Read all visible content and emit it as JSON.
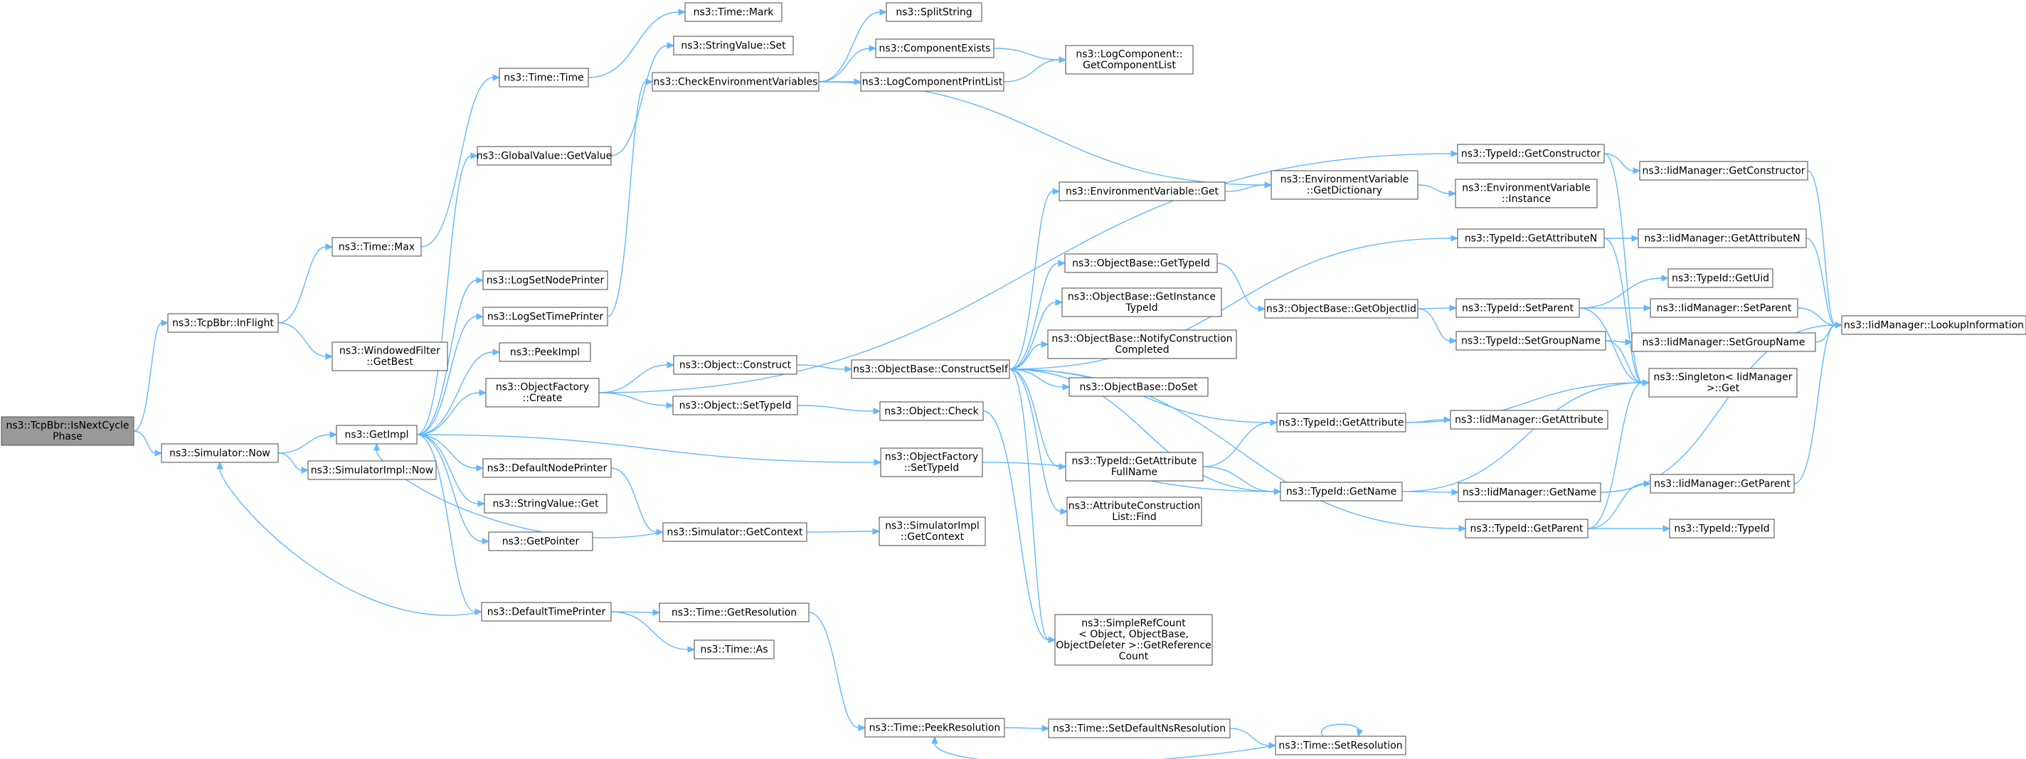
{
  "diagram": {
    "nodes": [
      {
        "id": "isnext",
        "lines": [
          "ns3::TcpBbr::IsNextCycle",
          "Phase"
        ],
        "root": true
      },
      {
        "id": "inflight",
        "lines": [
          "ns3::TcpBbr::InFlight"
        ]
      },
      {
        "id": "simnow",
        "lines": [
          "ns3::Simulator::Now"
        ]
      },
      {
        "id": "timemax",
        "lines": [
          "ns3::Time::Max"
        ]
      },
      {
        "id": "windowed",
        "lines": [
          "ns3::WindowedFilter",
          "::GetBest"
        ]
      },
      {
        "id": "getimpl",
        "lines": [
          "ns3::GetImpl"
        ]
      },
      {
        "id": "simimplnow",
        "lines": [
          "ns3::SimulatorImpl::Now"
        ]
      },
      {
        "id": "timetime",
        "lines": [
          "ns3::Time::Time"
        ]
      },
      {
        "id": "gvgetvalue",
        "lines": [
          "ns3::GlobalValue::GetValue"
        ]
      },
      {
        "id": "logsetnode",
        "lines": [
          "ns3::LogSetNodePrinter"
        ]
      },
      {
        "id": "logsettime",
        "lines": [
          "ns3::LogSetTimePrinter"
        ]
      },
      {
        "id": "peekimpl",
        "lines": [
          "ns3::PeekImpl"
        ]
      },
      {
        "id": "objfactcreate",
        "lines": [
          "ns3::ObjectFactory",
          "::Create"
        ]
      },
      {
        "id": "defnodeprinter",
        "lines": [
          "ns3::DefaultNodePrinter"
        ]
      },
      {
        "id": "strvalget",
        "lines": [
          "ns3::StringValue::Get"
        ]
      },
      {
        "id": "getpointer",
        "lines": [
          "ns3::GetPointer"
        ]
      },
      {
        "id": "deftimeprinter",
        "lines": [
          "ns3::DefaultTimePrinter"
        ]
      },
      {
        "id": "timemark",
        "lines": [
          "ns3::Time::Mark"
        ]
      },
      {
        "id": "strvalset",
        "lines": [
          "ns3::StringValue::Set"
        ]
      },
      {
        "id": "checkenv",
        "lines": [
          "ns3::CheckEnvironmentVariables"
        ]
      },
      {
        "id": "objconstruct",
        "lines": [
          "ns3::Object::Construct"
        ]
      },
      {
        "id": "objsettypeid",
        "lines": [
          "ns3::Object::SetTypeId"
        ]
      },
      {
        "id": "simgetcontext",
        "lines": [
          "ns3::Simulator::GetContext"
        ]
      },
      {
        "id": "timegetres",
        "lines": [
          "ns3::Time::GetResolution"
        ]
      },
      {
        "id": "timeas",
        "lines": [
          "ns3::Time::As"
        ]
      },
      {
        "id": "splitstring",
        "lines": [
          "ns3::SplitString"
        ]
      },
      {
        "id": "compexists",
        "lines": [
          "ns3::ComponentExists"
        ]
      },
      {
        "id": "logcompprint",
        "lines": [
          "ns3::LogComponentPrintList"
        ]
      },
      {
        "id": "objbaseconstructself",
        "lines": [
          "ns3::ObjectBase::ConstructSelf"
        ]
      },
      {
        "id": "objcheck",
        "lines": [
          "ns3::Object::Check"
        ]
      },
      {
        "id": "objfactsettypeid",
        "lines": [
          "ns3::ObjectFactory",
          "::SetTypeId"
        ]
      },
      {
        "id": "simimplgetcontext",
        "lines": [
          "ns3::SimulatorImpl",
          "::GetContext"
        ]
      },
      {
        "id": "timepeekres",
        "lines": [
          "ns3::Time::PeekResolution"
        ]
      },
      {
        "id": "logcompgetlist",
        "lines": [
          "ns3::LogComponent::",
          "GetComponentList"
        ]
      },
      {
        "id": "envvarget",
        "lines": [
          "ns3::EnvironmentVariable::Get"
        ]
      },
      {
        "id": "objbasegettypeid",
        "lines": [
          "ns3::ObjectBase::GetTypeId"
        ]
      },
      {
        "id": "objbasegetinst",
        "lines": [
          "ns3::ObjectBase::GetInstance",
          "TypeId"
        ]
      },
      {
        "id": "objbasenotify",
        "lines": [
          "ns3::ObjectBase::NotifyConstruction",
          "Completed"
        ]
      },
      {
        "id": "objbasedoset",
        "lines": [
          "ns3::ObjectBase::DoSet"
        ]
      },
      {
        "id": "typeidgetattrfull",
        "lines": [
          "ns3::TypeId::GetAttribute",
          "FullName"
        ]
      },
      {
        "id": "attrconstrfind",
        "lines": [
          "ns3::AttributeConstruction",
          "List::Find"
        ]
      },
      {
        "id": "simplerefcount",
        "lines": [
          "ns3::SimpleRefCount",
          "< Object, ObjectBase,",
          "ObjectDeleter >::GetReference",
          "Count"
        ]
      },
      {
        "id": "timesetdefns",
        "lines": [
          "ns3::Time::SetDefaultNsResolution"
        ]
      },
      {
        "id": "envvargetdict",
        "lines": [
          "ns3::EnvironmentVariable",
          "::GetDictionary"
        ]
      },
      {
        "id": "objbasegetobjiid",
        "lines": [
          "ns3::ObjectBase::GetObjectIid"
        ]
      },
      {
        "id": "typeidgetattr",
        "lines": [
          "ns3::TypeId::GetAttribute"
        ]
      },
      {
        "id": "typeidgetname",
        "lines": [
          "ns3::TypeId::GetName"
        ]
      },
      {
        "id": "timesetres",
        "lines": [
          "ns3::Time::SetResolution"
        ]
      },
      {
        "id": "typeidgetconstr",
        "lines": [
          "ns3::TypeId::GetConstructor"
        ]
      },
      {
        "id": "envvarinstance",
        "lines": [
          "ns3::EnvironmentVariable",
          "::Instance"
        ]
      },
      {
        "id": "typeidgetattrn",
        "lines": [
          "ns3::TypeId::GetAttributeN"
        ]
      },
      {
        "id": "typeidsetparent",
        "lines": [
          "ns3::TypeId::SetParent"
        ]
      },
      {
        "id": "typeidsetgroup",
        "lines": [
          "ns3::TypeId::SetGroupName"
        ]
      },
      {
        "id": "iidgetattr",
        "lines": [
          "ns3::IidManager::GetAttribute"
        ]
      },
      {
        "id": "iidgetname",
        "lines": [
          "ns3::IidManager::GetName"
        ]
      },
      {
        "id": "typeidgetparent",
        "lines": [
          "ns3::TypeId::GetParent"
        ]
      },
      {
        "id": "iidgetconstr",
        "lines": [
          "ns3::IidManager::GetConstructor"
        ]
      },
      {
        "id": "iidgetattrn",
        "lines": [
          "ns3::IidManager::GetAttributeN"
        ]
      },
      {
        "id": "typeidgetuid",
        "lines": [
          "ns3::TypeId::GetUid"
        ]
      },
      {
        "id": "iidsetparent",
        "lines": [
          "ns3::IidManager::SetParent"
        ]
      },
      {
        "id": "iidsetgroup",
        "lines": [
          "ns3::IidManager::SetGroupName"
        ]
      },
      {
        "id": "singleton",
        "lines": [
          "ns3::Singleton< IidManager",
          ">::Get"
        ]
      },
      {
        "id": "iidgetparent",
        "lines": [
          "ns3::IidManager::GetParent"
        ]
      },
      {
        "id": "typeidtypeid",
        "lines": [
          "ns3::TypeId::TypeId"
        ]
      },
      {
        "id": "iidlookup",
        "lines": [
          "ns3::IidManager::LookupInformation"
        ]
      }
    ],
    "edges": [
      [
        "isnext",
        "inflight"
      ],
      [
        "isnext",
        "simnow"
      ],
      [
        "inflight",
        "timemax"
      ],
      [
        "inflight",
        "windowed"
      ],
      [
        "simnow",
        "getimpl"
      ],
      [
        "simnow",
        "simimplnow"
      ],
      [
        "timemax",
        "timetime"
      ],
      [
        "timetime",
        "timemark"
      ],
      [
        "getimpl",
        "gvgetvalue"
      ],
      [
        "getimpl",
        "logsetnode"
      ],
      [
        "getimpl",
        "logsettime"
      ],
      [
        "getimpl",
        "peekimpl"
      ],
      [
        "getimpl",
        "objfactcreate"
      ],
      [
        "getimpl",
        "defnodeprinter"
      ],
      [
        "getimpl",
        "strvalget"
      ],
      [
        "getimpl",
        "getpointer"
      ],
      [
        "getimpl",
        "deftimeprinter"
      ],
      [
        "getimpl",
        "objfactsettypeid"
      ],
      [
        "gvgetvalue",
        "strvalset"
      ],
      [
        "logsettime",
        "checkenv"
      ],
      [
        "objfactcreate",
        "objconstruct"
      ],
      [
        "objfactcreate",
        "objsettypeid"
      ],
      [
        "objfactcreate",
        "typeidgetconstr"
      ],
      [
        "defnodeprinter",
        "simgetcontext"
      ],
      [
        "simgetcontext",
        "simimplgetcontext"
      ],
      [
        "simgetcontext",
        "getimpl"
      ],
      [
        "deftimeprinter",
        "timegetres"
      ],
      [
        "deftimeprinter",
        "timeas"
      ],
      [
        "deftimeprinter",
        "simnow"
      ],
      [
        "checkenv",
        "splitstring"
      ],
      [
        "checkenv",
        "compexists"
      ],
      [
        "checkenv",
        "logcompprint"
      ],
      [
        "checkenv",
        "envvargetdict"
      ],
      [
        "compexists",
        "logcompgetlist"
      ],
      [
        "logcompprint",
        "logcompgetlist"
      ],
      [
        "objconstruct",
        "objbaseconstructself"
      ],
      [
        "objsettypeid",
        "objcheck"
      ],
      [
        "objcheck",
        "simplerefcount"
      ],
      [
        "objfactsettypeid",
        "typeidgetname"
      ],
      [
        "timegetres",
        "timepeekres"
      ],
      [
        "timepeekres",
        "timesetdefns"
      ],
      [
        "timesetdefns",
        "timesetres"
      ],
      [
        "timesetres",
        "timepeekres"
      ],
      [
        "timesetres",
        "timesetres"
      ],
      [
        "objbaseconstructself",
        "envvarget"
      ],
      [
        "objbaseconstructself",
        "objbasegettypeid"
      ],
      [
        "objbaseconstructself",
        "objbasegetinst"
      ],
      [
        "objbaseconstructself",
        "objbasenotify"
      ],
      [
        "objbaseconstructself",
        "objbasedoset"
      ],
      [
        "objbaseconstructself",
        "typeidgetattrfull"
      ],
      [
        "objbaseconstructself",
        "attrconstrfind"
      ],
      [
        "objbaseconstructself",
        "simplerefcount"
      ],
      [
        "objbaseconstructself",
        "typeidgetattrn"
      ],
      [
        "objbaseconstructself",
        "typeidgetattr"
      ],
      [
        "objbaseconstructself",
        "typeidgetname"
      ],
      [
        "objbaseconstructself",
        "typeidgetparent"
      ],
      [
        "envvarget",
        "envvargetdict"
      ],
      [
        "envvargetdict",
        "envvarinstance"
      ],
      [
        "objbasegettypeid",
        "objbasegetobjiid"
      ],
      [
        "objbasegetobjiid",
        "typeidsetparent"
      ],
      [
        "objbasegetobjiid",
        "typeidsetgroup"
      ],
      [
        "typeidgetattrfull",
        "typeidgetattr"
      ],
      [
        "typeidgetattrfull",
        "typeidgetname"
      ],
      [
        "typeidgetattr",
        "iidgetattr"
      ],
      [
        "typeidgetattr",
        "singleton"
      ],
      [
        "typeidgetname",
        "iidgetname"
      ],
      [
        "typeidgetname",
        "singleton"
      ],
      [
        "typeidgetconstr",
        "iidgetconstr"
      ],
      [
        "typeidgetconstr",
        "singleton"
      ],
      [
        "typeidgetattrn",
        "iidgetattrn"
      ],
      [
        "typeidgetattrn",
        "singleton"
      ],
      [
        "typeidsetparent",
        "typeidgetuid"
      ],
      [
        "typeidsetparent",
        "iidsetparent"
      ],
      [
        "typeidsetparent",
        "singleton"
      ],
      [
        "typeidsetgroup",
        "iidsetgroup"
      ],
      [
        "typeidsetgroup",
        "singleton"
      ],
      [
        "typeidgetparent",
        "iidgetparent"
      ],
      [
        "typeidgetparent",
        "typeidtypeid"
      ],
      [
        "typeidgetparent",
        "singleton"
      ],
      [
        "iidgetconstr",
        "iidlookup"
      ],
      [
        "iidgetattrn",
        "iidlookup"
      ],
      [
        "iidsetparent",
        "iidlookup"
      ],
      [
        "iidsetgroup",
        "iidlookup"
      ],
      [
        "iidgetname",
        "iidlookup"
      ],
      [
        "iidgetparent",
        "iidlookup"
      ]
    ]
  }
}
